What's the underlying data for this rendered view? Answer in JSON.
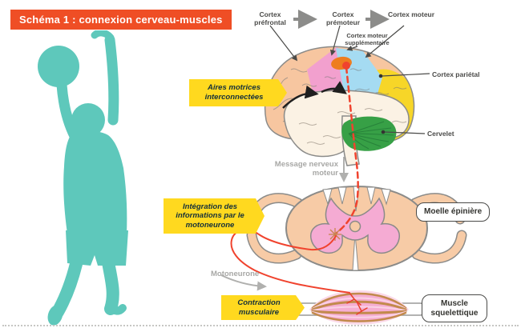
{
  "header": {
    "title": "Schéma 1 : connexion cerveau-muscles"
  },
  "brain_labels": {
    "prefrontal": "Cortex préfrontal",
    "premotor": "Cortex prémoteur",
    "motor": "Cortex moteur",
    "supplementary": "Cortex moteur supplémentaire",
    "parietal": "Cortex pariétal",
    "cerebellum": "Cervelet"
  },
  "steps": {
    "step1": "Aires motrices interconnectées",
    "step2": "Intégration des informations par le motoneurone",
    "step3": "Contraction musculaire"
  },
  "flow": {
    "message": "Message nerveux moteur",
    "motoneuron": "Motoneurone"
  },
  "tags": {
    "spinal_cord": "Moelle épinière",
    "muscle": "Muscle squelettique"
  },
  "colors": {
    "banner_red": "#EF4E25",
    "player_teal": "#5EC8BB",
    "chip_yellow": "#FFD91F",
    "nerve_red": "#F0432E",
    "cortex_prefrontal_salmon": "#F7C6A0",
    "cortex_premotor_pink": "#F2A0CE",
    "cortex_motor_blue": "#A5DBF2",
    "cortex_parietal_yellow": "#F7D628",
    "supplementary_orange": "#EE7D1F",
    "cerebellum_green": "#37A046",
    "cord_outer_salmon": "#F7CBA6",
    "cord_gray_matter_pink": "#F5ABD3",
    "muscle_pink": "#F6AED2",
    "muscle_fiber_tan": "#C28A4C"
  }
}
